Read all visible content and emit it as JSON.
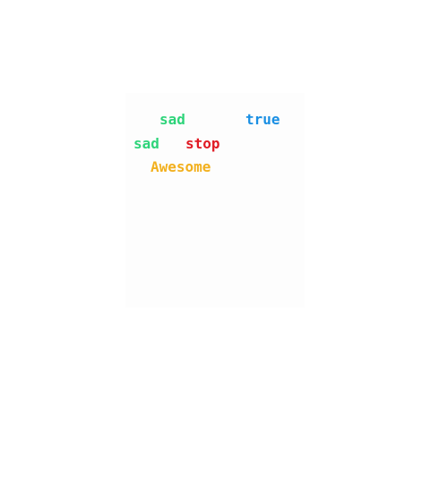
{
  "words": [
    {
      "text": "sad",
      "color": "#2ed47a"
    },
    {
      "text": "true",
      "color": "#1a8fe3"
    },
    {
      "text": "sad",
      "color": "#2ed47a"
    },
    {
      "text": "stop",
      "color": "#e01b24"
    },
    {
      "text": "Awesome",
      "color": "#f2b01e"
    }
  ]
}
